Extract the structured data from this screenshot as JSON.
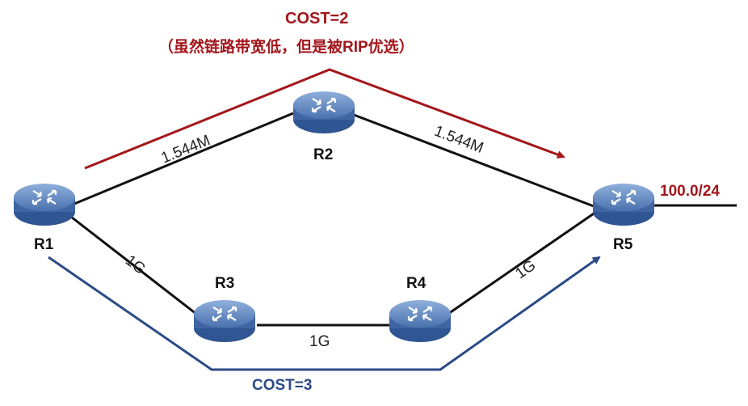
{
  "top_path": {
    "cost": "COST=2",
    "note": "（虽然链路带宽低，但是被RIP优选）",
    "color": "#a3161c"
  },
  "bottom_path": {
    "cost": "COST=3",
    "color": "#2b4a86"
  },
  "routers": [
    {
      "id": "r1",
      "label": "R1",
      "icon": "router-icon"
    },
    {
      "id": "r2",
      "label": "R2",
      "icon": "router-icon"
    },
    {
      "id": "r3",
      "label": "R3",
      "icon": "router-icon"
    },
    {
      "id": "r4",
      "label": "R4",
      "icon": "router-icon"
    },
    {
      "id": "r5",
      "label": "R5",
      "icon": "router-icon"
    }
  ],
  "links": {
    "r1_r2": "1.544M",
    "r2_r5": "1.544M",
    "r1_r3": "1G",
    "r3_r4": "1G",
    "r4_r5": "1G"
  },
  "network": {
    "prefix": "100.0/24"
  },
  "colors": {
    "router_fill": "#3f66a3",
    "router_top": "#7d9fd0",
    "link": "#111111"
  }
}
